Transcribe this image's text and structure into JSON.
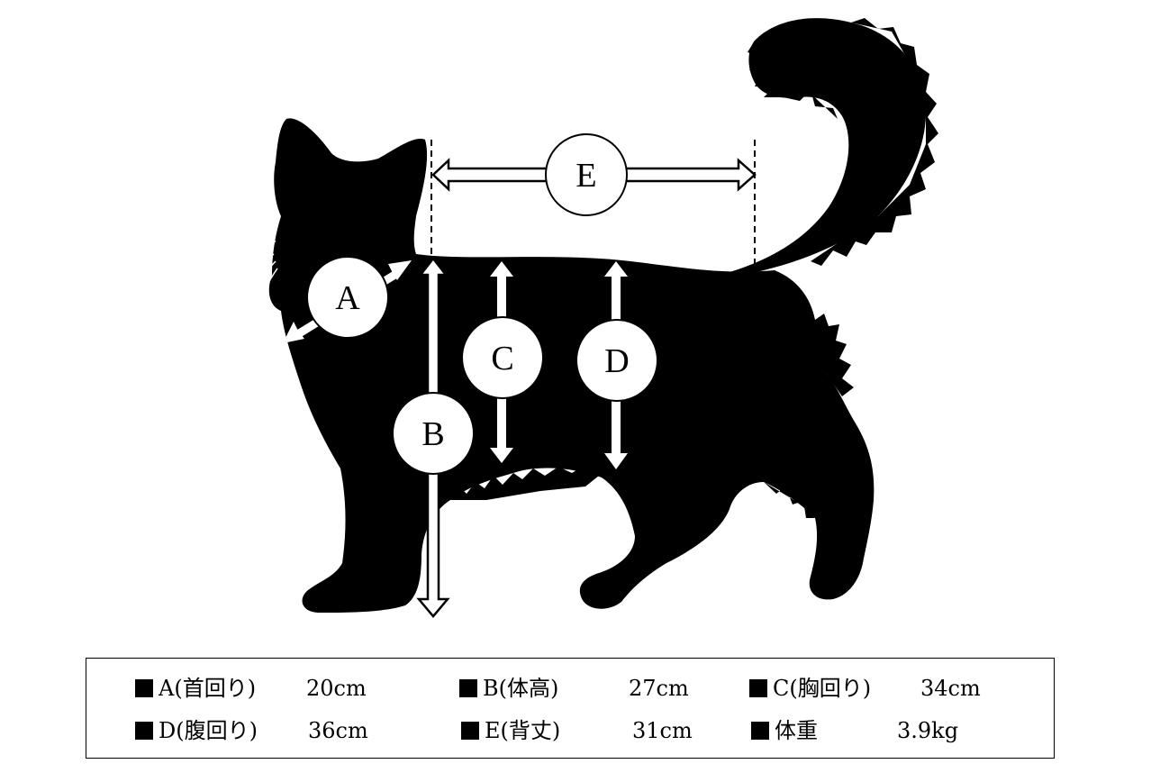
{
  "colors": {
    "silhouette": "#000000",
    "arrow_fill": "#ffffff",
    "background": "#ffffff"
  },
  "labels": {
    "a": "A",
    "b": "B",
    "c": "C",
    "d": "D",
    "e": "E"
  },
  "legend": {
    "a_label": "A(首回り)",
    "a_value": "20cm",
    "b_label": "B(体高)",
    "b_value": "27cm",
    "c_label": "C(胸回り)",
    "c_value": "34cm",
    "d_label": "D(腹回り)",
    "d_value": "36cm",
    "e_label": "E(背丈)",
    "e_value": "31cm",
    "weight_label": "体重",
    "weight_value": "3.9kg"
  }
}
